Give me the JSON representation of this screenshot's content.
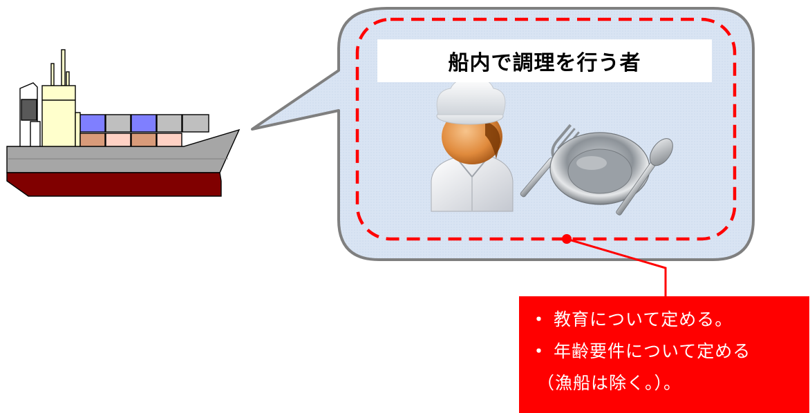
{
  "callout": {
    "title": "船内で調理を行う者"
  },
  "icons": {
    "ship": "container-ship-icon",
    "chef": "chef-icon",
    "tableware": "plate-fork-spoon-icon"
  },
  "note": {
    "bullet_symbol": "・",
    "items": [
      "教育について定める。",
      "年齢要件について定める"
    ],
    "continuation": "（漁船は除く。）。"
  },
  "colors": {
    "note_background": "#ff0000",
    "dashed_border": "#ff0000",
    "callout_fill": "#dbe6f4",
    "callout_border": "#7f7f7f",
    "ship_hull": "#a6a6a6",
    "ship_bottom": "#800000"
  }
}
